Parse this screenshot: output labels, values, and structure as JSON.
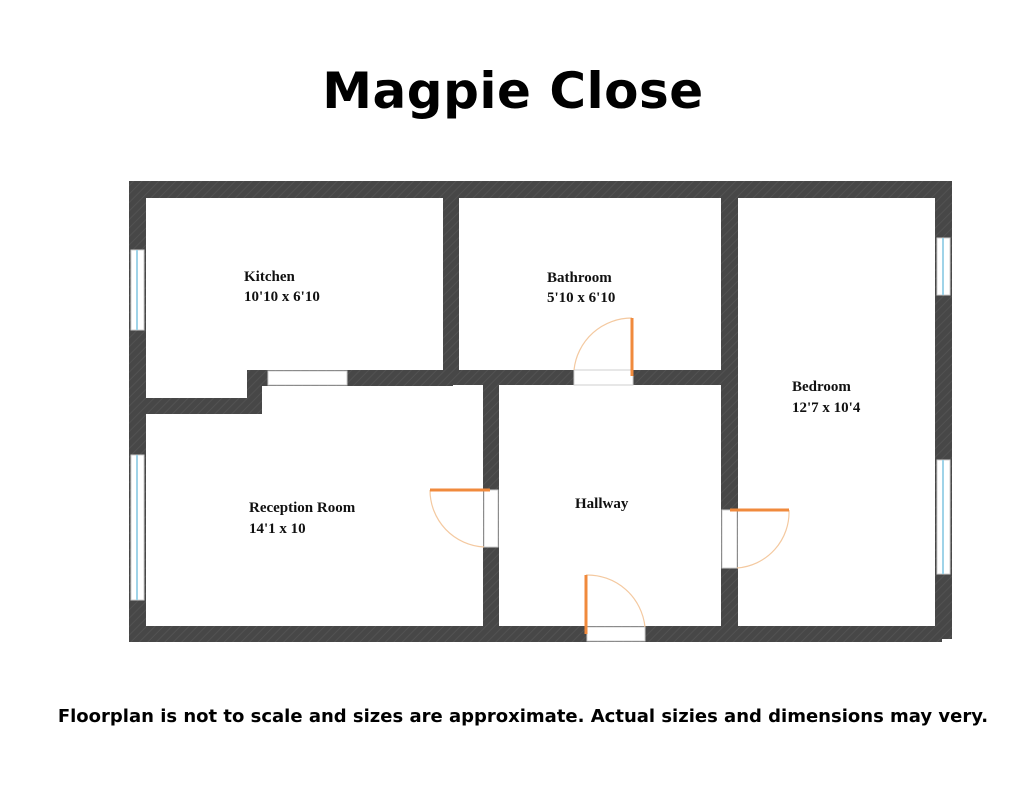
{
  "title": "Magpie Close",
  "rooms": [
    {
      "id": "kitchen",
      "name": "Kitchen",
      "dimensions": "10'10 x 6'10"
    },
    {
      "id": "bathroom",
      "name": "Bathroom",
      "dimensions": "5'10 x 6'10"
    },
    {
      "id": "bedroom",
      "name": "Bedroom",
      "dimensions": "12'7 x 10'4"
    },
    {
      "id": "reception",
      "name": "Reception Room",
      "dimensions": "14'1 x 10"
    },
    {
      "id": "hallway",
      "name": "Hallway",
      "dimensions": ""
    }
  ],
  "disclaimer": "Floorplan is not to scale and sizes are approximate. Actual sizies and dimensions may very.",
  "colors": {
    "wall": "#474747",
    "door": "#f08a3c",
    "door_arc": "#f4c9a0",
    "window": "#9fd3e8"
  }
}
